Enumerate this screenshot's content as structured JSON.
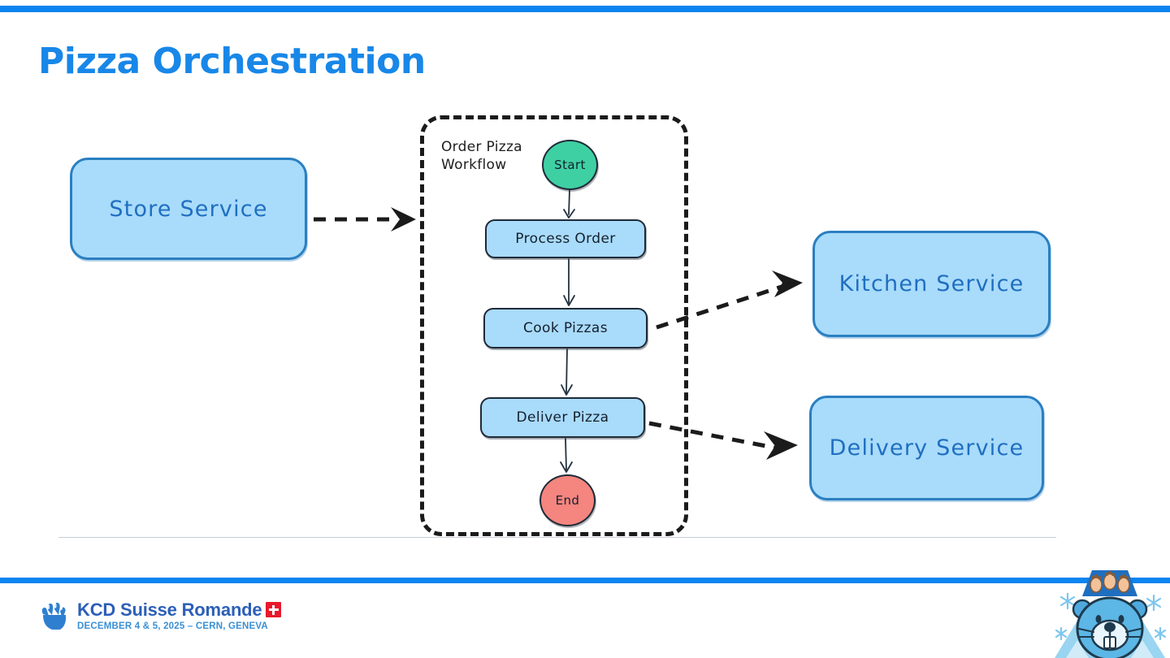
{
  "slide": {
    "title": "Pizza Orchestration",
    "accent_color": "#0c84ef",
    "title_color": "#1887e8"
  },
  "workflow": {
    "container_label": "Order Pizza Workflow",
    "start_node": {
      "label": "Start",
      "color": "#3ed0a3"
    },
    "end_node": {
      "label": "End",
      "color": "#f4857f"
    },
    "tasks": [
      {
        "label": "Process Order"
      },
      {
        "label": "Cook Pizzas"
      },
      {
        "label": "Deliver Pizza"
      }
    ]
  },
  "services": {
    "store": {
      "label": "Store Service"
    },
    "kitchen": {
      "label": "Kitchen Service"
    },
    "delivery": {
      "label": "Delivery Service"
    },
    "fill_color": "#a9dbfb",
    "border_color": "#2a7fc1",
    "text_color": "#1f6fc0"
  },
  "footer": {
    "brand": "KCD Suisse Romande",
    "details": "DECEMBER 4 & 5, 2025 – CERN, GENEVA",
    "flag": "swiss-flag",
    "mascot": "marmot-mascot"
  }
}
